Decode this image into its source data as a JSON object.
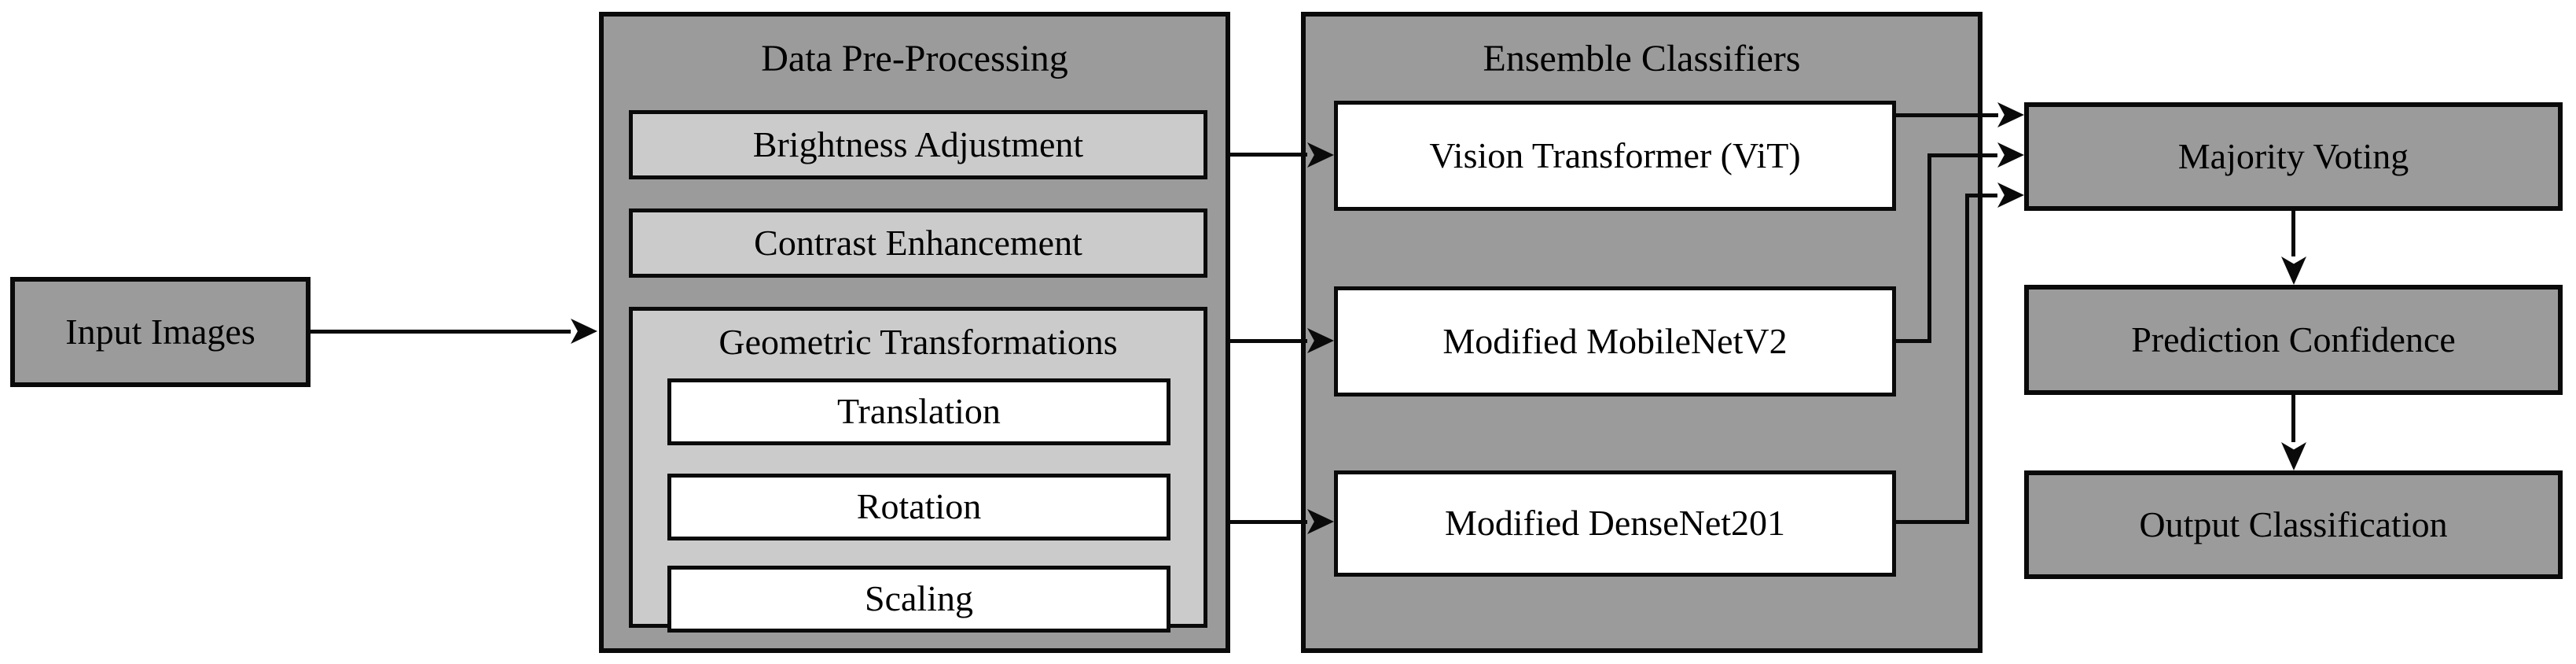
{
  "colors": {
    "background": "#ffffff",
    "node_fill": "#9b9b9b",
    "inner_fill": "#cbcbcb",
    "leaf_fill": "#ffffff",
    "line": "#0a0a0a"
  },
  "nodes": {
    "input_images": "Input Images",
    "preprocessing_title": "Data Pre-Processing",
    "brightness": "Brightness Adjustment",
    "contrast": "Contrast Enhancement",
    "geometric_title": "Geometric Transformations",
    "translation": "Translation",
    "rotation": "Rotation",
    "scaling": "Scaling",
    "ensemble_title": "Ensemble Classifiers",
    "vit": "Vision Transformer (ViT)",
    "mobilenet": "Modified MobileNetV2",
    "densenet": "Modified DenseNet201",
    "majority_voting": "Majority Voting",
    "prediction_confidence": "Prediction Confidence",
    "output_classification": "Output Classification"
  },
  "edges": [
    {
      "from": "Input Images",
      "to": "Data Pre-Processing"
    },
    {
      "from": "Data Pre-Processing",
      "to": "Vision Transformer (ViT)"
    },
    {
      "from": "Data Pre-Processing",
      "to": "Modified MobileNetV2"
    },
    {
      "from": "Data Pre-Processing",
      "to": "Modified DenseNet201"
    },
    {
      "from": "Vision Transformer (ViT)",
      "to": "Majority Voting"
    },
    {
      "from": "Modified MobileNetV2",
      "to": "Majority Voting"
    },
    {
      "from": "Modified DenseNet201",
      "to": "Majority Voting"
    },
    {
      "from": "Majority Voting",
      "to": "Prediction Confidence"
    },
    {
      "from": "Prediction Confidence",
      "to": "Output Classification"
    }
  ]
}
